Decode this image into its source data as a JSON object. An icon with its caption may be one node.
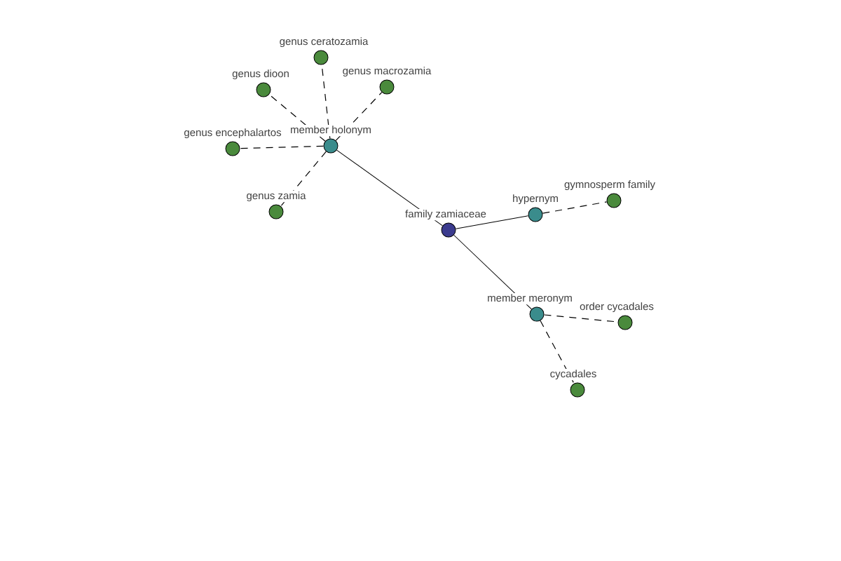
{
  "diagram": {
    "nodes": [
      {
        "text": [
          "family zamiaceae"
        ]
      },
      {
        "text": [
          "member holonym"
        ]
      },
      {
        "text": [
          "hypernym"
        ]
      },
      {
        "text": [
          "member meronym"
        ]
      },
      {
        "text": [
          "genus ceratozamia"
        ]
      },
      {
        "text": [
          "genus dioon"
        ]
      },
      {
        "text": [
          "genus macrozamia"
        ]
      },
      {
        "text": [
          "genus encephalartos"
        ]
      },
      {
        "text": [
          "genus zamia"
        ]
      },
      {
        "text": [
          "gymnosperm family"
        ]
      },
      {
        "text": [
          "order cycadales"
        ]
      },
      {
        "text": [
          "cycadales"
        ]
      }
    ],
    "edges": [
      {
        "from": 0,
        "to": 1,
        "arrow": "none"
      },
      {
        "from": 0,
        "to": 2,
        "arrow": "none"
      },
      {
        "from": 0,
        "to": 3,
        "arrow": "none"
      },
      {
        "from": 1,
        "to": 4,
        "arrow": "none",
        "style": "dashed"
      },
      {
        "from": 1,
        "to": 5,
        "arrow": "none",
        "style": "dashed"
      },
      {
        "from": 1,
        "to": 6,
        "arrow": "none",
        "style": "dashed"
      },
      {
        "from": 1,
        "to": 7,
        "arrow": "none",
        "style": "dashed"
      },
      {
        "from": 1,
        "to": 8,
        "arrow": "none",
        "style": "dashed"
      },
      {
        "from": 2,
        "to": 9,
        "arrow": "none",
        "style": "dashed"
      },
      {
        "from": 3,
        "to": 10,
        "arrow": "none",
        "style": "dashed"
      },
      {
        "from": 3,
        "to": 11,
        "arrow": "none",
        "style": "dashed"
      }
    ]
  }
}
